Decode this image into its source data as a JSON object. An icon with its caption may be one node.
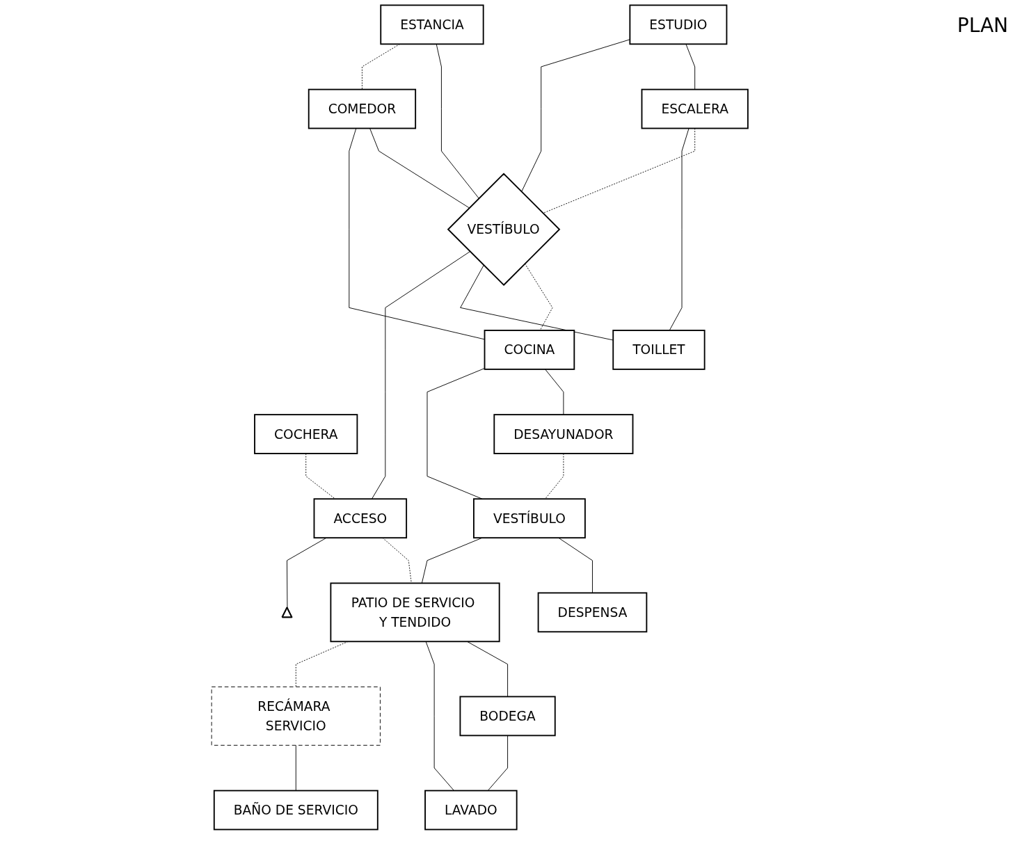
{
  "diagram": {
    "nodes": [
      {
        "text": [
          "ESTUDIO"
        ]
      },
      {
        "text": [
          "ESTANCIA"
        ]
      },
      {
        "text": [
          "COMEDOR"
        ]
      },
      {
        "text": [
          "ESCALERA"
        ]
      },
      {
        "text": [
          "VESTÍBULO"
        ]
      },
      {
        "text": [
          "COCINA"
        ]
      },
      {
        "text": [
          "TOILLET"
        ]
      },
      {
        "text": [
          "DESAYUNADOR"
        ]
      },
      {
        "text": [
          "VESTÍBULO"
        ]
      },
      {
        "text": [
          "DESPENSA"
        ]
      },
      {
        "text": [
          "COCHERA"
        ]
      },
      {
        "text": [
          "ACCESO"
        ]
      },
      {
        "text": [
          "PATIO DE SERVICIO Y TENDIDO"
        ]
      },
      {
        "text": [],
        "shape": "triangle"
      },
      {
        "text": [
          "BODEGA"
        ]
      },
      {
        "text": [
          "LAVADO"
        ]
      },
      {
        "text": [
          "RECÁMARA SERVICIO"
        ]
      },
      {
        "text": [
          "BAÑO DE SERVICIO"
        ]
      }
    ],
    "edges": [
      {
        "from": 0,
        "to": 3,
        "arrow": "none"
      },
      {
        "from": 0,
        "to": 4,
        "arrow": "none"
      },
      {
        "from": 1,
        "to": 4,
        "arrow": "none"
      },
      {
        "from": 1,
        "to": 2,
        "arrow": "none",
        "style": "dashed"
      },
      {
        "from": 2,
        "to": 4,
        "arrow": "none"
      },
      {
        "from": 2,
        "to": 5,
        "arrow": "none"
      },
      {
        "from": 3,
        "to": 4,
        "arrow": "none",
        "style": "dashed"
      },
      {
        "from": 4,
        "to": 5,
        "arrow": "none",
        "style": "dashed"
      },
      {
        "from": 3,
        "to": 6,
        "arrow": "none"
      },
      {
        "from": 4,
        "to": 6,
        "arrow": "none"
      },
      {
        "from": 4,
        "to": 11,
        "arrow": "none"
      },
      {
        "from": 5,
        "to": 7,
        "arrow": "none"
      },
      {
        "from": 5,
        "to": 8,
        "arrow": "none"
      },
      {
        "from": 7,
        "to": 8,
        "arrow": "none",
        "style": "dashed"
      },
      {
        "from": 8,
        "to": 9,
        "arrow": "none"
      },
      {
        "from": 8,
        "to": 12,
        "arrow": "none"
      },
      {
        "from": 10,
        "to": 11,
        "arrow": "none",
        "style": "dashed"
      },
      {
        "from": 11,
        "to": 12,
        "arrow": "none",
        "style": "dashed"
      },
      {
        "from": 11,
        "to": 13,
        "arrow": "none"
      },
      {
        "from": 12,
        "to": 14,
        "arrow": "none"
      },
      {
        "from": 12,
        "to": 15,
        "arrow": "none"
      },
      {
        "from": 14,
        "to": 15,
        "arrow": "none"
      },
      {
        "from": 12,
        "to": 16,
        "arrow": "none",
        "style": "dashed"
      },
      {
        "from": 16,
        "to": 17,
        "arrow": "none"
      }
    ],
    "labels": [
      "PLAN"
    ]
  }
}
